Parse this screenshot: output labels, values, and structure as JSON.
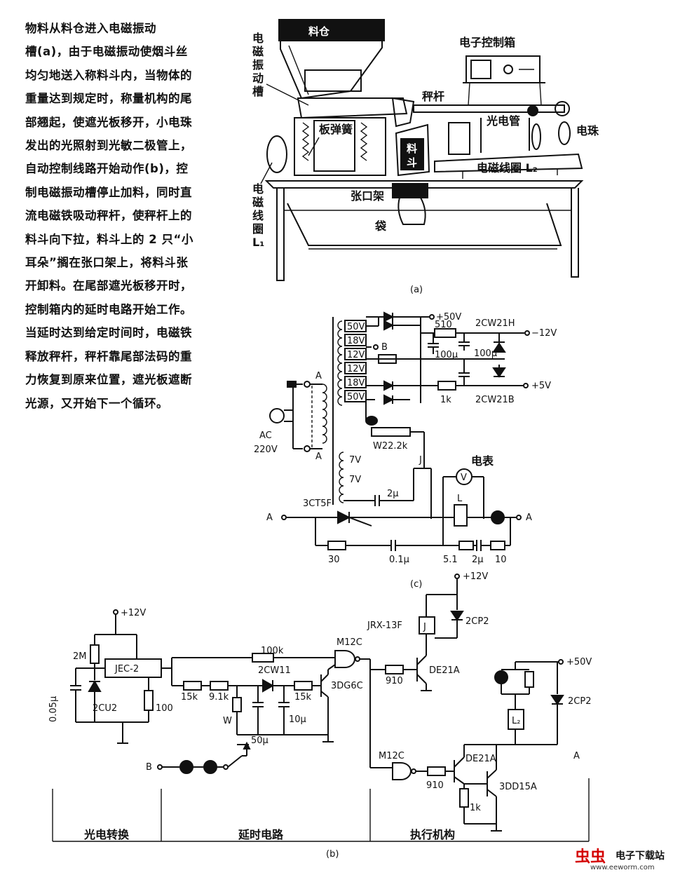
{
  "description_text": [
    "物料从料仓进入电磁振动",
    "槽(a)，由于电磁振动使烟斗丝",
    "均匀地送入称料斗内，当物体的",
    "重量达到规定时，称量机构的尾",
    "部翘起，使遮光板移开，小电珠",
    "发出的光照射到光敏二极管上，",
    "自动控制线路开始动作(b)，控",
    "制电磁振动槽停止加料，同时直",
    "流电磁铁吸动秤杆，使秤杆上的",
    "料斗向下拉，料斗上的 2 只“小",
    "耳朵”搁在张口架上，将料斗张",
    "开卸料。在尾部遮光板移开时，",
    "控制箱内的延时电路开始工作。",
    "当延时达到给定时间时，电磁铁",
    "释放秤杆，秤杆靠尾部法码的重",
    "力恢复到原来位置，遮光板遮断",
    "光源，又开始下一个循环。"
  ],
  "figure_a": {
    "caption": "(a)",
    "labels": {
      "hopper": "料仓",
      "vibrating_trough_chars": [
        "电",
        "磁",
        "振",
        "动",
        "槽"
      ],
      "control_box": "电子控制箱",
      "balance_arm": "秤杆",
      "leaf_spring": "板弹簧",
      "phototube": "光电管",
      "bulb": "电珠",
      "weigh_hopper_chars": [
        "料",
        "斗"
      ],
      "coil_l2": "电磁线圈 L₂",
      "coil_l1_chars": [
        "电",
        "磁",
        "线",
        "圈",
        "L₁"
      ],
      "opening_frame": "张口架",
      "bag": "袋"
    }
  },
  "figure_c": {
    "caption": "(c)",
    "windings": [
      "50V",
      "18V",
      "12V",
      "12V",
      "18V",
      "50V"
    ],
    "labels": {
      "v50_out": "+50V",
      "r510": "510",
      "zener_h": "2CW21H",
      "v12_out": "−12V",
      "B": "B",
      "c100a": "100μ",
      "c100b": "100μ",
      "r1k": "1k",
      "zener_b": "2CW21B",
      "v5_out": "+5V",
      "ac": "AC",
      "ac_v": "220V",
      "A_top": "A",
      "A_bottom": "A",
      "pot": "W22.2k",
      "J": "J",
      "meter_name": "电表",
      "meter_V": "V",
      "w7a": "7V",
      "w7b": "7V",
      "c2u": "2μ",
      "L": "L",
      "scr": "3CT5F",
      "A_left": "A",
      "A_right": "A",
      "r30": "30",
      "c01": "0.1μ",
      "r51": "5.1",
      "c2u_b": "2μ",
      "r10": "10"
    }
  },
  "figure_b": {
    "caption": "(b)",
    "labels": {
      "v12_left": "+12V",
      "r2M": "2M",
      "jec": "JEC-2",
      "c005": "0.05μ",
      "d2cu2": "2CU2",
      "r100": "100",
      "r100k": "100k",
      "gate1": "M12C",
      "zener": "2CW11",
      "r15k_a": "15k",
      "r91k": "9.1k",
      "r15k_b": "15k",
      "c10u": "10μ",
      "q3dg6c": "3DG6C",
      "W": "W",
      "c50u": "50μ",
      "B": "B",
      "r910a": "910",
      "qde21a_top": "DE21A",
      "relay": "JRX-13F",
      "relay_J": "J",
      "d2cp2_top": "2CP2",
      "v12_right": "+12V",
      "v50": "+50V",
      "d2cp2_right": "2CP2",
      "L2": "L₂",
      "A": "A",
      "gate2": "M12C",
      "r910b": "910",
      "qde21a_bot": "DE21A",
      "q3dd15a": "3DD15A",
      "r1k": "1k"
    },
    "sections": [
      "光电转换",
      "延时电路",
      "执行机构"
    ]
  },
  "logo": {
    "mark": "虫虫",
    "name": "电子下载站",
    "url": "www.eeworm.com"
  }
}
